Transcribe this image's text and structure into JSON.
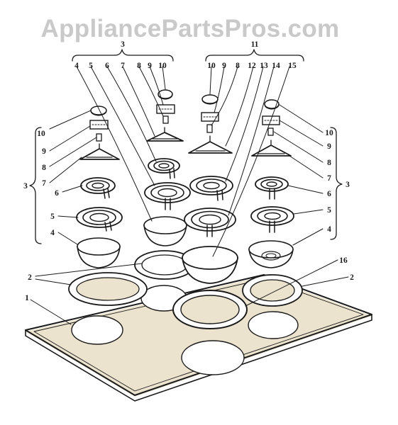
{
  "watermark": "AppliancePartsPros.com",
  "callouts": {
    "group_left_top": "3",
    "group_right_top": "11",
    "group_left_side": "3",
    "group_right_side": "3",
    "top_left_row": [
      "4",
      "5",
      "6",
      "7",
      "8",
      "9",
      "10"
    ],
    "top_right_row": [
      "10",
      "9",
      "8",
      "12",
      "13",
      "14",
      "15"
    ],
    "left_column": [
      "10",
      "9",
      "8",
      "7",
      "6",
      "5",
      "4"
    ],
    "right_column": [
      "10",
      "9",
      "8",
      "7",
      "6",
      "5",
      "4"
    ],
    "left_rings": "2",
    "right_ring": "2",
    "cooktop": "1",
    "center_ring": "16"
  },
  "colors": {
    "ink": "#1a1a1a",
    "watermark": "#c9c9c9",
    "paper": "#ffffff"
  }
}
